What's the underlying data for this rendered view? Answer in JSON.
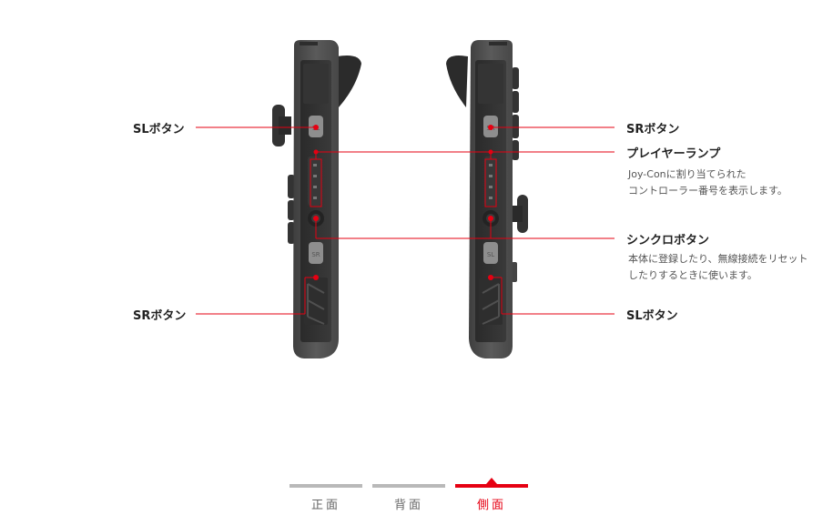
{
  "labels": {
    "left_sl": "SLボタン",
    "left_sr": "SRボタン",
    "right_sr": "SRボタン",
    "player_lamp": "プレイヤーランプ",
    "player_lamp_desc_1": "Joy-Conに割り当てられた",
    "player_lamp_desc_2": "コントローラー番号を表示します。",
    "sync_button": "シンクロボタン",
    "sync_desc_1": "本体に登録したり、無線接続をリセット",
    "sync_desc_2": "したりするときに使います。",
    "right_sl": "SLボタン"
  },
  "button_marks": {
    "left_sl": "SL",
    "left_sr": "SR",
    "right_sr": "SR",
    "right_sl": "SL"
  },
  "tabs": [
    {
      "label": "正面",
      "active": false
    },
    {
      "label": "背面",
      "active": false
    },
    {
      "label": "側面",
      "active": true
    }
  ],
  "colors": {
    "accent": "#e60012",
    "controller_body": "#4a4a4a",
    "tab_inactive": "#b9b9b9"
  }
}
